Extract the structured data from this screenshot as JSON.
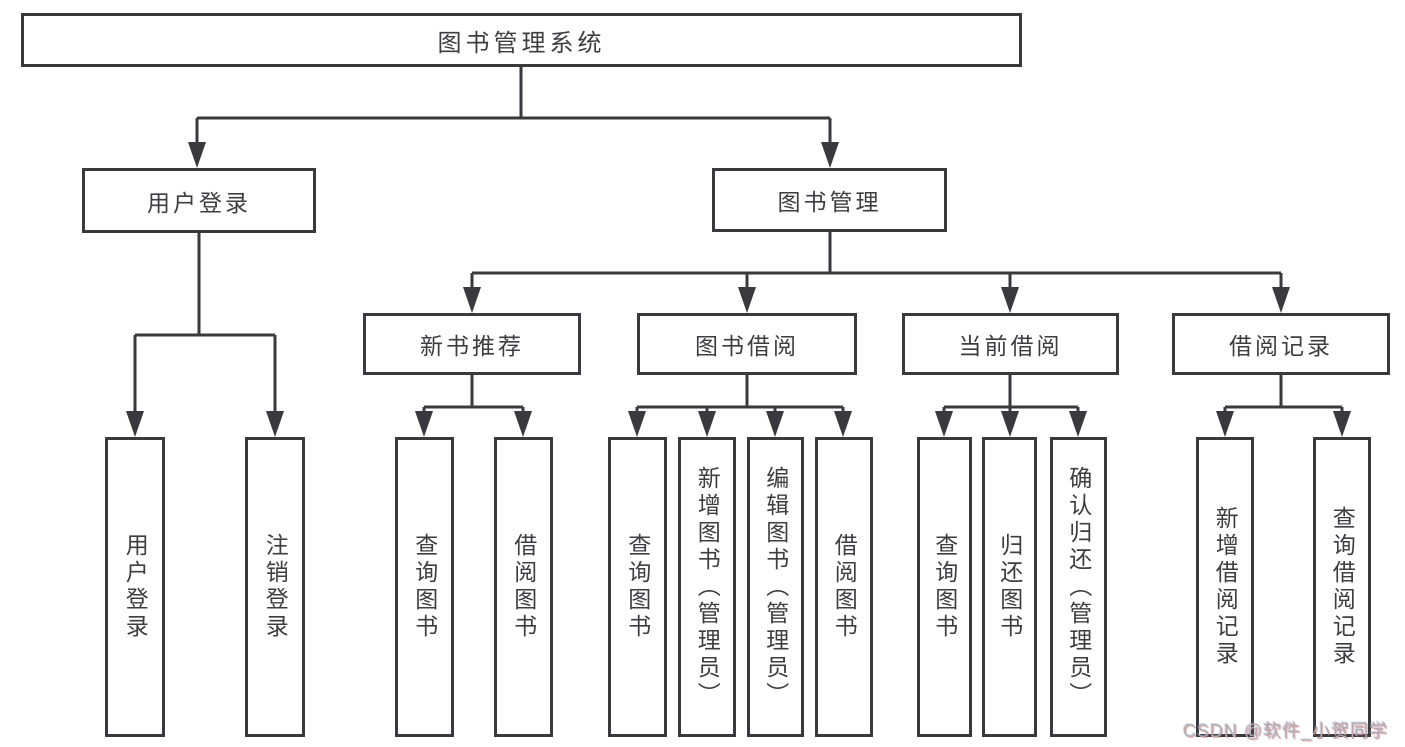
{
  "diagram": {
    "watermark": "CSDN @软件_小贺同学",
    "colors": {
      "line": "#3a3a3e",
      "box_border": "#3a3a3e",
      "text": "#3e3e42",
      "background": "#ffffff",
      "watermark_text": "#b1b1b1"
    },
    "nodes": [
      {
        "id": "root",
        "label": "图书管理系统"
      },
      {
        "id": "user-login-menu",
        "label": "用户登录"
      },
      {
        "id": "book-mgmt",
        "label": "图书管理"
      },
      {
        "id": "new-book-rec",
        "label": "新书推荐"
      },
      {
        "id": "book-borrow",
        "label": "图书借阅"
      },
      {
        "id": "current-borrow",
        "label": "当前借阅"
      },
      {
        "id": "borrow-records",
        "label": "借阅记录"
      },
      {
        "id": "login",
        "label": "用户登录"
      },
      {
        "id": "logout",
        "label": "注销登录"
      },
      {
        "id": "query-books-1",
        "label": "查询图书"
      },
      {
        "id": "borrow-books-1",
        "label": "借阅图书"
      },
      {
        "id": "query-books-2",
        "label": "查询图书"
      },
      {
        "id": "add-books",
        "label": "新增图书（管理员）"
      },
      {
        "id": "edit-books",
        "label": "编辑图书（管理员）"
      },
      {
        "id": "borrow-books-2",
        "label": "借阅图书"
      },
      {
        "id": "query-books-3",
        "label": "查询图书"
      },
      {
        "id": "return-books",
        "label": "归还图书"
      },
      {
        "id": "confirm-return",
        "label": "确认归还（管理员）"
      },
      {
        "id": "add-borrow-record",
        "label": "新增借阅记录"
      },
      {
        "id": "query-borrow-record",
        "label": "查询借阅记录"
      }
    ]
  }
}
